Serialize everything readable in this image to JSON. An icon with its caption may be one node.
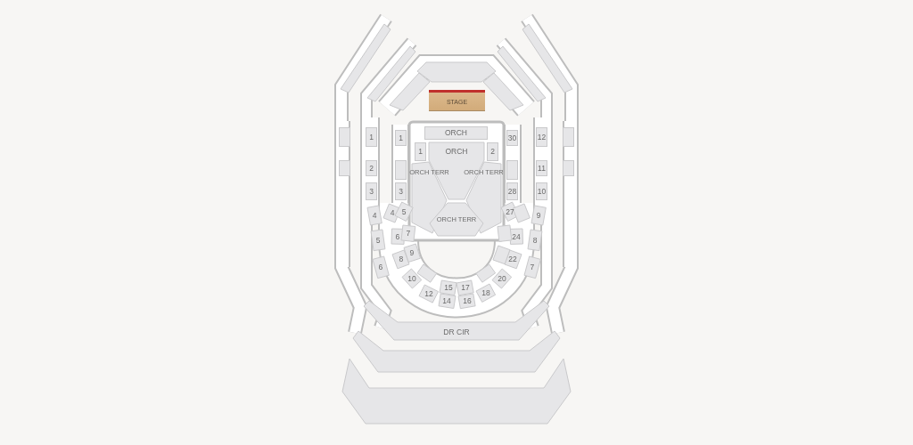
{
  "diagram": {
    "nodes": [
      {
        "text": [
          "STAGE"
        ]
      },
      {
        "text": [
          "ORCH"
        ]
      },
      {
        "text": [
          "1"
        ]
      },
      {
        "text": [
          "ORCH"
        ]
      },
      {
        "text": [
          "2"
        ]
      },
      {
        "text": [
          "ORCH TERR"
        ]
      },
      {
        "text": [
          "ORCH TERR"
        ]
      },
      {
        "text": [
          "ORCH TERR"
        ]
      },
      {
        "text": [
          "1"
        ]
      },
      {
        "text": [],
        "shape": "box"
      },
      {
        "text": [
          "3"
        ]
      },
      {
        "text": [
          "1"
        ]
      },
      {
        "text": [
          "2"
        ]
      },
      {
        "text": [
          "3"
        ]
      },
      {
        "text": [
          "4"
        ]
      },
      {
        "text": [
          "30"
        ]
      },
      {
        "text": [],
        "shape": "box"
      },
      {
        "text": [
          "28"
        ]
      },
      {
        "text": [
          "12"
        ]
      },
      {
        "text": [
          "11"
        ]
      },
      {
        "text": [
          "10"
        ]
      },
      {
        "text": [
          "9"
        ]
      },
      {
        "text": [
          "4"
        ]
      },
      {
        "text": [
          "5"
        ]
      },
      {
        "text": [
          "6"
        ]
      },
      {
        "text": [
          "7"
        ]
      },
      {
        "text": [
          "8"
        ]
      },
      {
        "text": [
          "9"
        ]
      },
      {
        "text": [
          "10"
        ]
      },
      {
        "text": [],
        "shape": "box"
      },
      {
        "text": [
          "12"
        ]
      },
      {
        "text": [
          "14"
        ]
      },
      {
        "text": [
          "15"
        ]
      },
      {
        "text": [
          "16"
        ]
      },
      {
        "text": [
          "17"
        ]
      },
      {
        "text": [
          "18"
        ]
      },
      {
        "text": [],
        "shape": "box"
      },
      {
        "text": [
          "20"
        ]
      },
      {
        "text": [
          "22"
        ]
      },
      {
        "text": [],
        "shape": "box"
      },
      {
        "text": [
          "24"
        ]
      },
      {
        "text": [],
        "shape": "box"
      },
      {
        "text": [
          "27"
        ]
      },
      {
        "text": [],
        "shape": "box"
      },
      {
        "text": [
          "5"
        ]
      },
      {
        "text": [
          "6"
        ]
      },
      {
        "text": [
          "8"
        ]
      },
      {
        "text": [
          "7"
        ]
      },
      {
        "text": [
          "DR CIR"
        ]
      },
      {
        "text": [],
        "shape": "box"
      },
      {
        "text": [],
        "shape": "box"
      },
      {
        "text": [],
        "shape": "box"
      },
      {
        "text": [],
        "shape": "box"
      },
      {
        "text": [],
        "shape": "box"
      },
      {
        "text": [],
        "shape": "box"
      },
      {
        "text": [],
        "shape": "box"
      },
      {
        "text": [],
        "shape": "box"
      },
      {
        "text": [],
        "shape": "box"
      },
      {
        "text": [],
        "shape": "box"
      },
      {
        "text": [],
        "shape": "box"
      },
      {
        "text": [],
        "shape": "box"
      },
      {
        "text": [],
        "shape": "box"
      }
    ]
  }
}
